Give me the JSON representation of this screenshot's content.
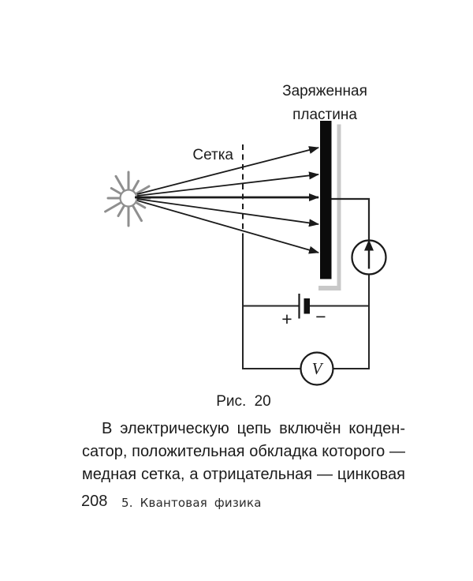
{
  "figure": {
    "plate_label_line1": "Заряженная",
    "plate_label_line2": "пластина",
    "grid_label": "Сетка",
    "battery_plus": "+",
    "battery_minus": "−",
    "voltmeter_label": "V",
    "caption": "Рис. 20",
    "icons": {
      "light_source": "sun-burst-icon",
      "galvanometer": "circle-up-arrow-meter",
      "voltmeter": "circle-V-meter",
      "battery": "battery-cell",
      "grid": "dashed-vertical-line",
      "charged_plate": "solid-black-plate"
    }
  },
  "paragraph": {
    "lines": [
      "В электрическую цепь включён конден-",
      "сатор, положительная обкладка которого —",
      "медная сетка, а отрицательная — цинковая"
    ]
  },
  "footer": {
    "page_number": "208",
    "chapter": "5. Квантовая физика"
  },
  "colors": {
    "ink": "#1c1c1c",
    "wire": "#262626",
    "ray_gray": "#8f8f8f",
    "shadow_gray": "#c8c8c8",
    "background": "#ffffff"
  }
}
